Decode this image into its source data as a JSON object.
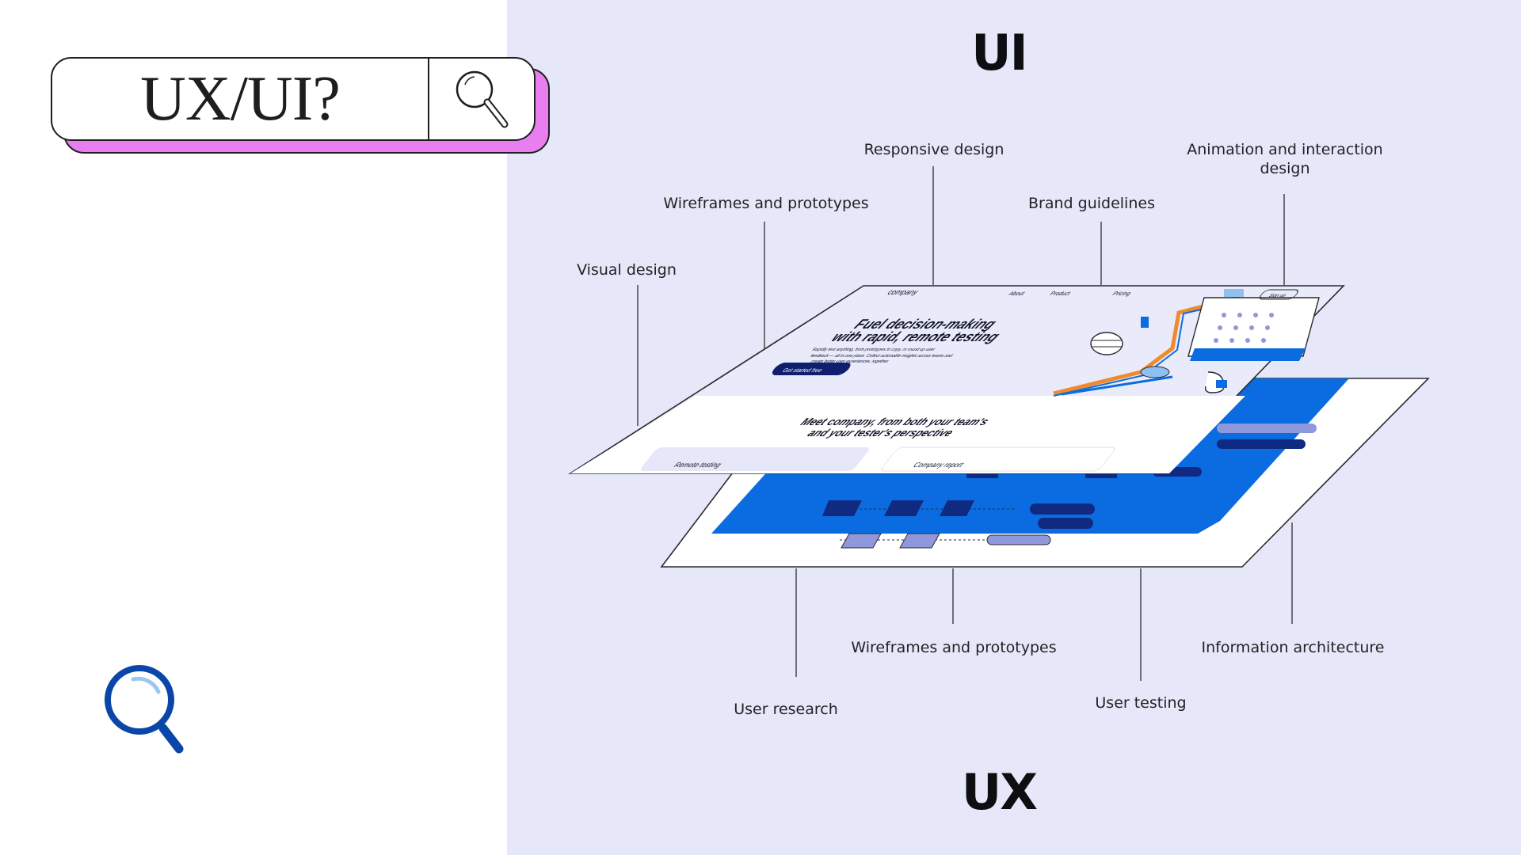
{
  "search": {
    "query": "UX/UI?",
    "button_icon": "search-icon"
  },
  "decor_icon": "magnifier-icon",
  "diagram": {
    "top_title": "UI",
    "bottom_title": "UX",
    "ui_labels": {
      "responsive": "Responsive design",
      "animation_line1": "Animation and interaction",
      "animation_line2": "design",
      "wireframes": "Wireframes and prototypes",
      "brand": "Brand guidelines",
      "visual": "Visual design"
    },
    "ux_labels": {
      "wireframes": "Wireframes and prototypes",
      "info_arch": "Information architecture",
      "user_research": "User research",
      "user_testing": "User testing"
    },
    "mockup": {
      "logo": "company",
      "nav": [
        "About",
        "Product",
        "Pricing"
      ],
      "nav_button": "Sign up",
      "headline_line1": "Fuel decision-making",
      "headline_line2": "with rapid, remote testing",
      "body_line1": "Rapidly test anything, from prototypes to copy, or round up user",
      "body_line2": "feedback — all in one place. Collect actionable insights across teams and",
      "body_line3": "create better user experiences, together.",
      "cta": "Get started free",
      "section_line1": "Meet company, from both your team's",
      "section_line2": "and your tester's perspective",
      "card1": "Remote testing",
      "card2": "Company report"
    },
    "colors": {
      "panel": "#e6e7f8",
      "ux_blue": "#0a6ce0",
      "dark_navy": "#0f1e6e",
      "accent_pink": "#e87ef0",
      "orange": "#f08a2c",
      "lavender": "#8f98dc"
    }
  }
}
